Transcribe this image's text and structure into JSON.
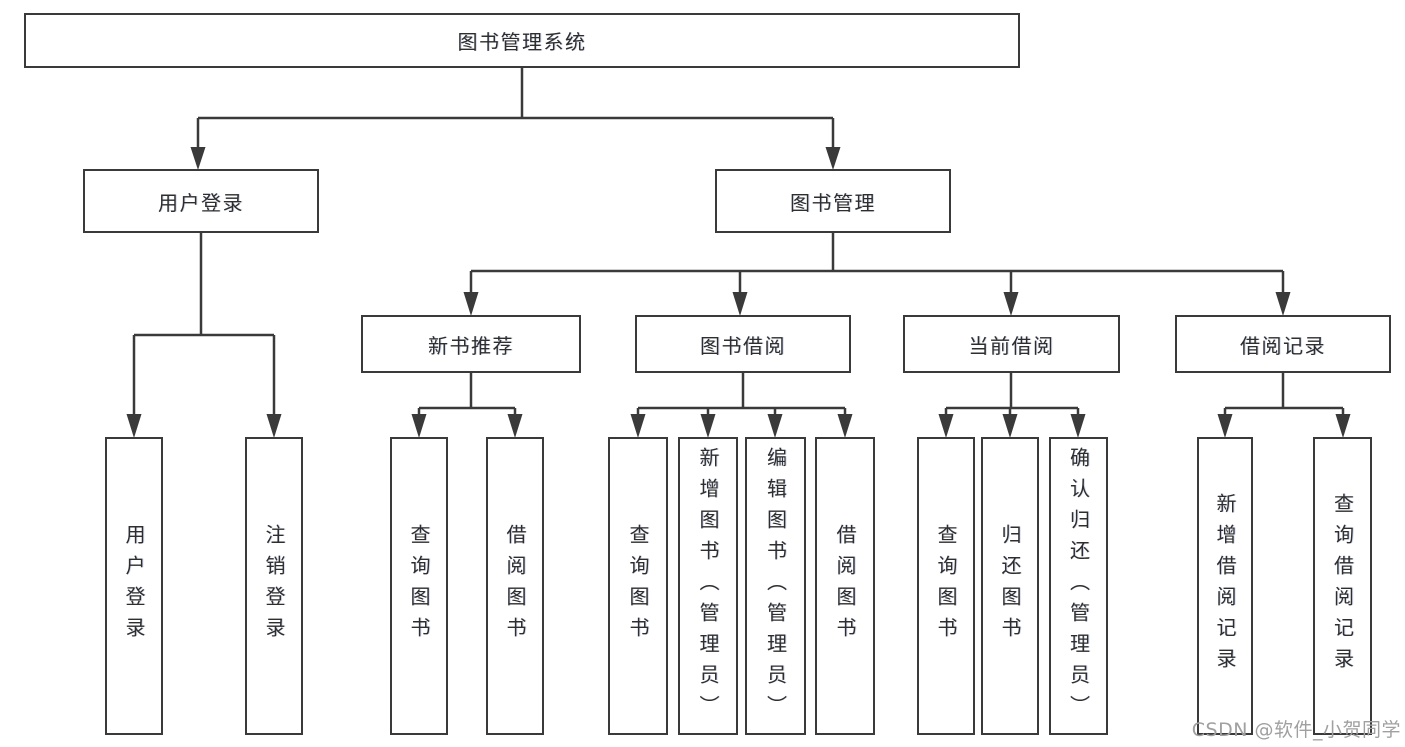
{
  "tree": {
    "root": "图书管理系统",
    "branches": [
      {
        "label": "用户登录",
        "children": [
          "用户登录",
          "注销登录"
        ]
      },
      {
        "label": "图书管理",
        "sections": [
          {
            "label": "新书推荐",
            "children": [
              "查询图书",
              "借阅图书"
            ]
          },
          {
            "label": "图书借阅",
            "children": [
              "查询图书",
              "新增图书（管理员）",
              "编辑图书（管理员）",
              "借阅图书"
            ]
          },
          {
            "label": "当前借阅",
            "children": [
              "查询图书",
              "归还图书",
              "确认归还（管理员）"
            ]
          },
          {
            "label": "借阅记录",
            "children": [
              "新增借阅记录",
              "查询借阅记录"
            ]
          }
        ]
      }
    ]
  },
  "watermark": "CSDN @软件_小贺同学",
  "colors": {
    "line": "#3a3a3a",
    "text": "#2e2e2e",
    "watermark": "#a0a0a0",
    "background": "#ffffff"
  }
}
